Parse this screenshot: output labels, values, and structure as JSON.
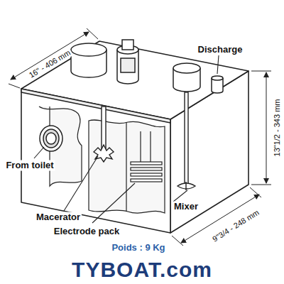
{
  "diagram": {
    "labels": [
      "Discharge",
      "16\" - 406 mm",
      "13\"1/2 - 343 mm",
      "From toilet",
      "Macerator",
      "Electrode pack",
      "Mixer",
      "9\"3/4 - 248 mm",
      "Poids : 9 Kg",
      "TYBOAT.com"
    ]
  }
}
